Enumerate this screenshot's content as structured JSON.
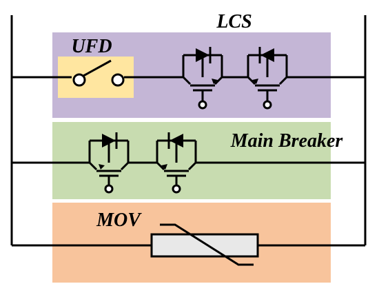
{
  "labels": {
    "lcs": "LCS",
    "ufd": "UFD",
    "main_breaker": "Main Breaker",
    "mov": "MOV"
  },
  "colors": {
    "lcs_region": "#c4b6d6",
    "ufd_region": "#ffe6a0",
    "main_breaker_region": "#c8dcb0",
    "mov_region": "#f8c49c",
    "varistor_body": "#e8e8e8",
    "wire": "#000000"
  }
}
